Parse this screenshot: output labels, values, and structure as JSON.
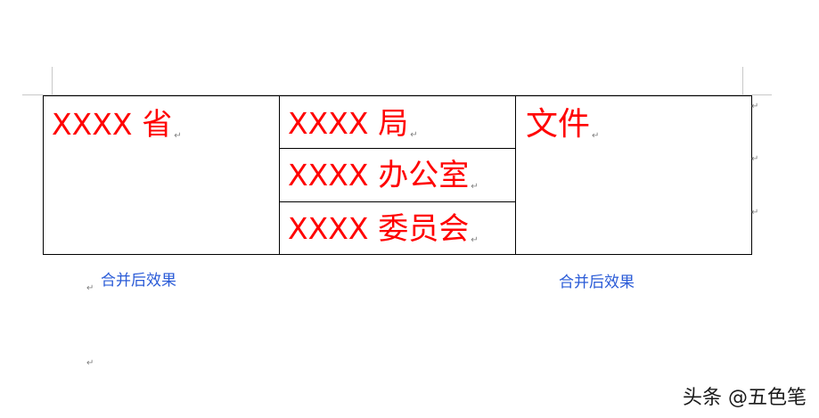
{
  "table": {
    "left_cell": {
      "latin": "XXXX",
      "cjk": "省"
    },
    "middle_cells": [
      {
        "latin": "XXXX",
        "cjk": "局"
      },
      {
        "latin": "XXXX",
        "cjk": "办公室"
      },
      {
        "latin": "XXXX",
        "cjk": "委员会"
      }
    ],
    "right_cell": {
      "text": "文件"
    }
  },
  "paragraph_mark": "↵",
  "captions": {
    "left": "合并后效果",
    "right": "合并后效果"
  },
  "watermark": "头条 @五色笔",
  "colors": {
    "cell_text": "#ff0000",
    "caption": "#2a5bd7",
    "border": "#000000"
  }
}
